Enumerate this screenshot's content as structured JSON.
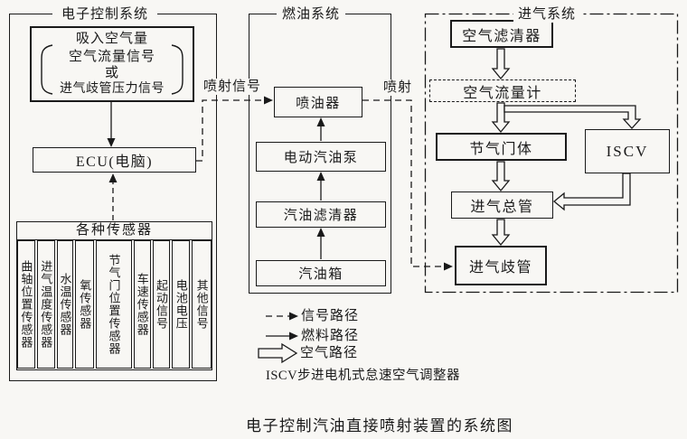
{
  "caption": "电子控制汽油直接喷射装置的系统图",
  "sections": {
    "ecu_title": "电子控制系统",
    "fuel_title": "燃油系统",
    "intake_title": "进气系统"
  },
  "ecu_section": {
    "input_line1": "吸入空气量",
    "input_line2": "空气流量信号",
    "input_line3": "或",
    "input_line4": "进气歧管压力信号",
    "ecu_box": "ECU(电脑)",
    "sensors_header": "各种传感器",
    "sensors": [
      "曲轴位置传感器",
      "进气温度传感器",
      "水温传感器",
      "氧传感器",
      "节气门位置传感器",
      "车速传感器",
      "起动信号",
      "电池电压",
      "其他信号"
    ]
  },
  "fuel_section": {
    "injector": "喷油器",
    "pump": "电动汽油泵",
    "filter": "汽油滤清器",
    "tank": "汽油箱"
  },
  "intake_section": {
    "air_filter": "空气滤清器",
    "flow_meter": "空气流量计",
    "throttle_body": "节气门体",
    "iscv": "ISCV",
    "plenum": "进气总管",
    "manifold": "进气歧管"
  },
  "labels": {
    "injection_signal": "喷射信号",
    "injection": "喷射"
  },
  "legend": {
    "signal_path": "信号路径",
    "fuel_path": "燃料路径",
    "air_path": "空气路径",
    "iscv_note": "ISCV步进电机式怠速空气调整器"
  },
  "colors": {
    "line": "#1a1a1a",
    "background": "#f8f7f4"
  }
}
